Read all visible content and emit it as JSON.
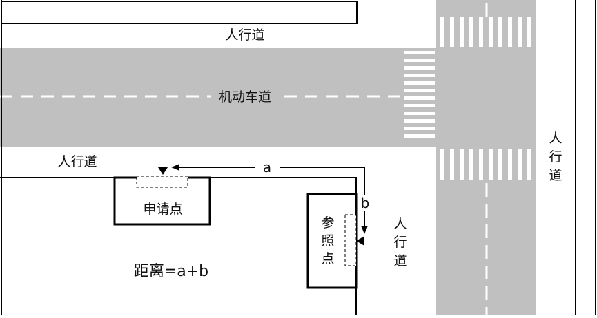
{
  "labels": {
    "sidewalk_top": "人行道",
    "road": "机动车道",
    "sidewalk_left": "人行道",
    "sidewalk_right_vertical": [
      "人",
      "行",
      "道"
    ],
    "sidewalk_mid_vertical": [
      "人",
      "行",
      "道"
    ],
    "apply_point": "申请点",
    "reference_point_vertical": [
      "参",
      "照",
      "点"
    ],
    "distance_a": "a",
    "distance_b": "b",
    "formula": "距离=a+b"
  },
  "colors": {
    "road": "#c0c0c0",
    "stripe": "#ffffff",
    "line": "#000000"
  }
}
